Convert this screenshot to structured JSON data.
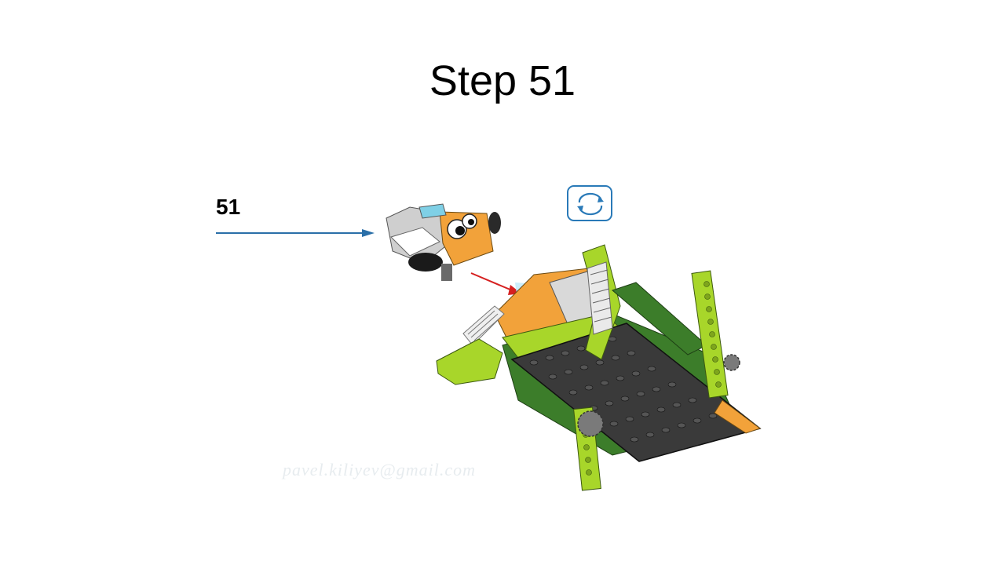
{
  "slide": {
    "title": "Step 51",
    "step_number": "51",
    "watermark_text": "pavel.kiliyev@gmail.com"
  },
  "icons": {
    "rotate": "rotate-model-icon",
    "pointer": "arrow-right-icon"
  },
  "colors": {
    "lime": "#a8d62a",
    "dark_green": "#3c7d2a",
    "orange": "#f2a23a",
    "gray": "#9a9a9a",
    "black_plate": "#3a3a3a",
    "accent_blue": "#2a7ab8",
    "arrow_red": "#d62020"
  }
}
